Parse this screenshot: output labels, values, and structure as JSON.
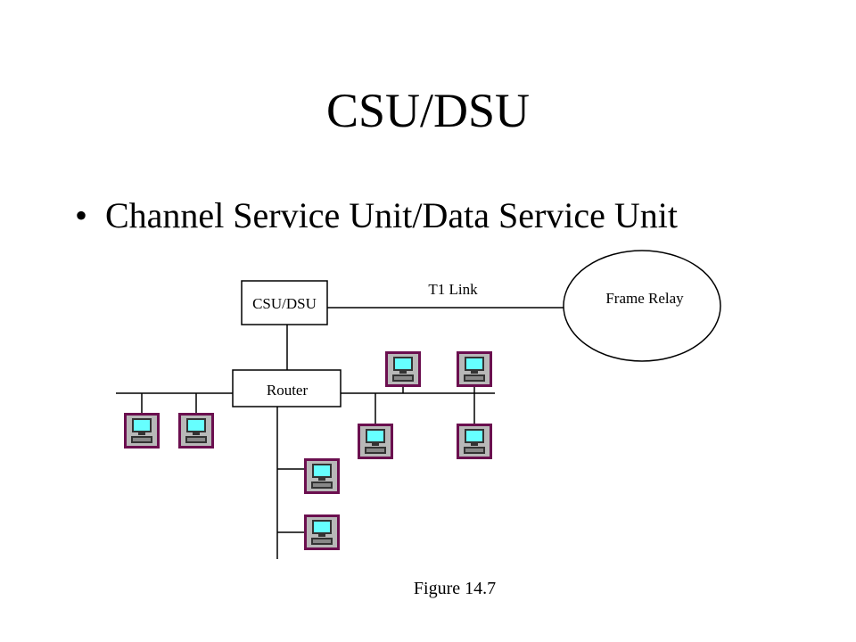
{
  "slide": {
    "title": "CSU/DSU",
    "bullet": "•",
    "bullet_text": "Channel Service Unit/Data Service Unit",
    "caption": "Figure 14.7"
  },
  "diagram": {
    "csu_dsu_label": "CSU/DSU",
    "router_label": "Router",
    "link_label": "T1 Link",
    "cloud_label": "Frame Relay",
    "workstation_icon": "computer-icon",
    "workstation_count": 8,
    "colors": {
      "line": "#000000",
      "workstation_frame": "#6b0f4f",
      "workstation_bg": "#b8b8b8",
      "workstation_screen": "#66ffff"
    }
  }
}
